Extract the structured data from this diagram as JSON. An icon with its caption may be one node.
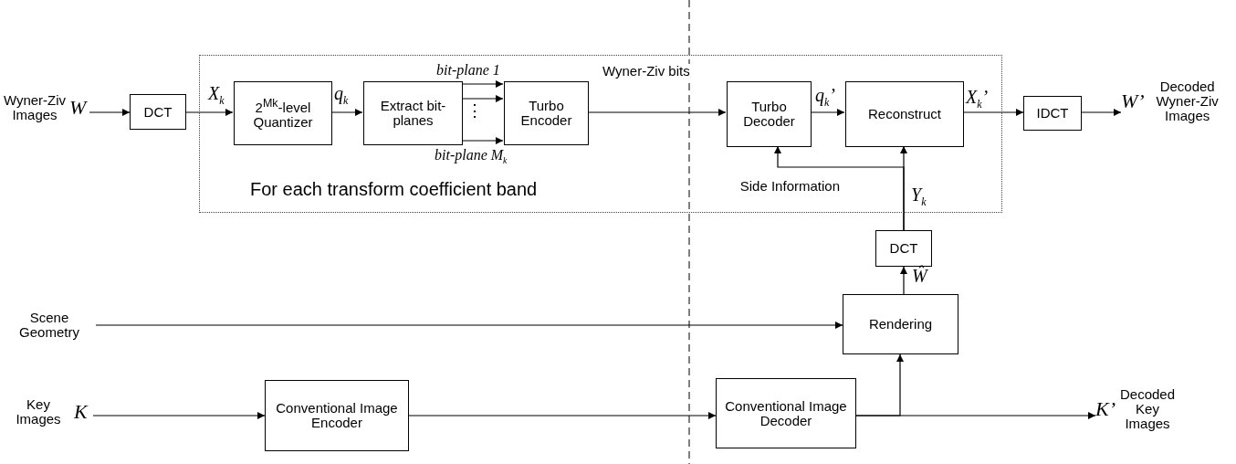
{
  "diagram": {
    "nodes": [
      {
        "text": [
          "For each transform coefficient band"
        ]
      },
      {
        "text": [
          "Wyner-Ziv Images",
          "W"
        ]
      },
      {
        "text": [
          "DCT"
        ]
      },
      {
        "text": [
          "2$^{Mk}$-level Quantizer"
        ],
        "in": 0
      },
      {
        "text": [
          "Extract bit-planes"
        ],
        "in": 0
      },
      {
        "text": [
          "Turbo Encoder"
        ],
        "in": 0
      },
      {
        "text": [
          "Turbo Decoder"
        ],
        "in": 0
      },
      {
        "text": [
          "Reconstruct"
        ],
        "in": 0
      },
      {
        "text": [
          "IDCT"
        ]
      },
      {
        "text": [
          "W’",
          "Decoded Wyner-Ziv Images"
        ]
      },
      {
        "text": [
          "DCT"
        ]
      },
      {
        "text": [
          "Rendering"
        ]
      },
      {
        "text": [
          "Scene Geometry"
        ]
      },
      {
        "text": [
          "Key Images",
          "K"
        ]
      },
      {
        "text": [
          "Conventional Image Encoder"
        ]
      },
      {
        "text": [
          "Conventional Image Decoder"
        ]
      },
      {
        "text": [
          "K’",
          "Decoded Key Images"
        ]
      }
    ],
    "edges": [
      {
        "from": 1,
        "to": 2,
        "arrow": "to"
      },
      {
        "from": 2,
        "to": 3,
        "arrow": "to",
        "label": "X$_{k}$"
      },
      {
        "from": 3,
        "to": 4,
        "arrow": "to",
        "label": "q$_{k}$"
      },
      {
        "from": 4,
        "to": 5,
        "arrow": "to",
        "label": "bit-plane 1"
      },
      {
        "from": 4,
        "to": 5,
        "arrow": "to"
      },
      {
        "from": 4,
        "to": 5,
        "arrow": "to",
        "label": "bit-plane M$_{k}$"
      },
      {
        "from": 5,
        "to": 6,
        "arrow": "to",
        "label": "Wyner-Ziv bits"
      },
      {
        "from": 6,
        "to": 7,
        "arrow": "to",
        "label": "q$_{k}$’"
      },
      {
        "from": 7,
        "to": 8,
        "arrow": "to",
        "label": "X$_{k}$’"
      },
      {
        "from": 8,
        "to": 9,
        "arrow": "to"
      },
      {
        "from": 10,
        "to": 7,
        "arrow": "to",
        "label": "Y$_{k}$"
      },
      {
        "from": 10,
        "to": 6,
        "arrow": "to",
        "label": "Side Information"
      },
      {
        "from": 11,
        "to": 10,
        "arrow": "to",
        "label": "Ŵ"
      },
      {
        "from": 12,
        "to": 11,
        "arrow": "to"
      },
      {
        "from": 13,
        "to": 14,
        "arrow": "to"
      },
      {
        "from": 14,
        "to": 15,
        "arrow": "to"
      },
      {
        "from": 15,
        "to": 16,
        "arrow": "to"
      },
      {
        "from": 15,
        "to": 11,
        "arrow": "to"
      }
    ],
    "labels": [
      "⋮"
    ]
  }
}
